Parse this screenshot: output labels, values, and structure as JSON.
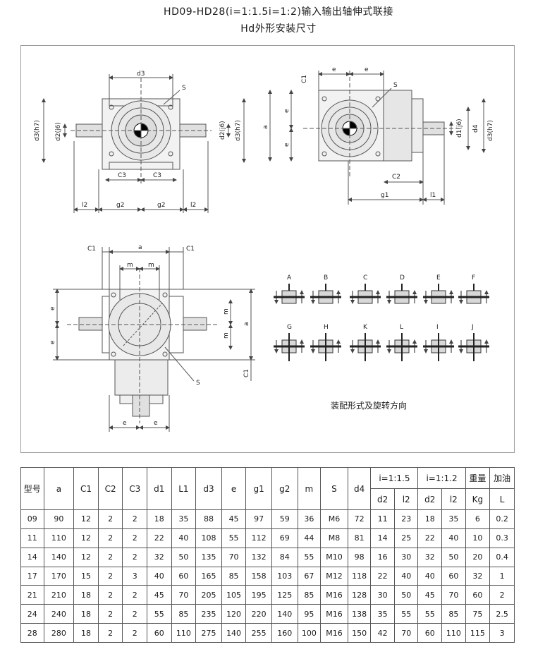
{
  "page": {
    "title": "HD09-HD28(i=1:1.5i=1:2)输入输出轴伸式联接",
    "subtitle": "Hd外形安装尺寸",
    "caption": "装配形式及旋转方向"
  },
  "labels": {
    "d3": "d3",
    "S": "S",
    "C1": "C1",
    "e": "e",
    "a": "a",
    "C2": "C2",
    "C3": "C3",
    "g1": "g1",
    "g2": "g2",
    "l1": "l1",
    "l2": "l2",
    "m": "m",
    "d2j6": "d2(j6)",
    "d1j6": "d1(j6)",
    "d4": "d4",
    "d3h7": "d3(h7)"
  },
  "assembly_types": [
    "A",
    "B",
    "C",
    "D",
    "E",
    "F",
    "G",
    "H",
    "K",
    "L",
    "I",
    "J"
  ],
  "table": {
    "header_model": "型号",
    "columns": [
      "a",
      "C1",
      "C2",
      "C3",
      "d1",
      "L1",
      "d3",
      "e",
      "g1",
      "g2",
      "m",
      "S",
      "d4"
    ],
    "group1": "i=1:1.5",
    "group2": "i=1:1.2",
    "weight": "重量",
    "oil": "加油",
    "sub": [
      "d2",
      "l2",
      "d2",
      "l2",
      "Kg",
      "L"
    ],
    "rows": [
      [
        "09",
        "90",
        "12",
        "2",
        "2",
        "18",
        "35",
        "88",
        "45",
        "97",
        "59",
        "36",
        "M6",
        "72",
        "11",
        "23",
        "18",
        "35",
        "6",
        "0.2"
      ],
      [
        "11",
        "110",
        "12",
        "2",
        "2",
        "22",
        "40",
        "108",
        "55",
        "112",
        "69",
        "44",
        "M8",
        "81",
        "14",
        "25",
        "22",
        "40",
        "10",
        "0.3"
      ],
      [
        "14",
        "140",
        "12",
        "2",
        "2",
        "32",
        "50",
        "135",
        "70",
        "132",
        "84",
        "55",
        "M10",
        "98",
        "16",
        "30",
        "32",
        "50",
        "20",
        "0.4"
      ],
      [
        "17",
        "170",
        "15",
        "2",
        "3",
        "40",
        "60",
        "165",
        "85",
        "158",
        "103",
        "67",
        "M12",
        "118",
        "22",
        "40",
        "40",
        "60",
        "32",
        "1"
      ],
      [
        "21",
        "210",
        "18",
        "2",
        "2",
        "45",
        "70",
        "205",
        "105",
        "195",
        "125",
        "85",
        "M16",
        "128",
        "30",
        "50",
        "45",
        "70",
        "60",
        "2"
      ],
      [
        "24",
        "240",
        "18",
        "2",
        "2",
        "55",
        "85",
        "235",
        "120",
        "220",
        "140",
        "95",
        "M16",
        "138",
        "35",
        "55",
        "55",
        "85",
        "75",
        "2.5"
      ],
      [
        "28",
        "280",
        "18",
        "2",
        "2",
        "60",
        "110",
        "275",
        "140",
        "255",
        "160",
        "100",
        "M16",
        "150",
        "42",
        "70",
        "60",
        "110",
        "115",
        "3"
      ]
    ]
  }
}
